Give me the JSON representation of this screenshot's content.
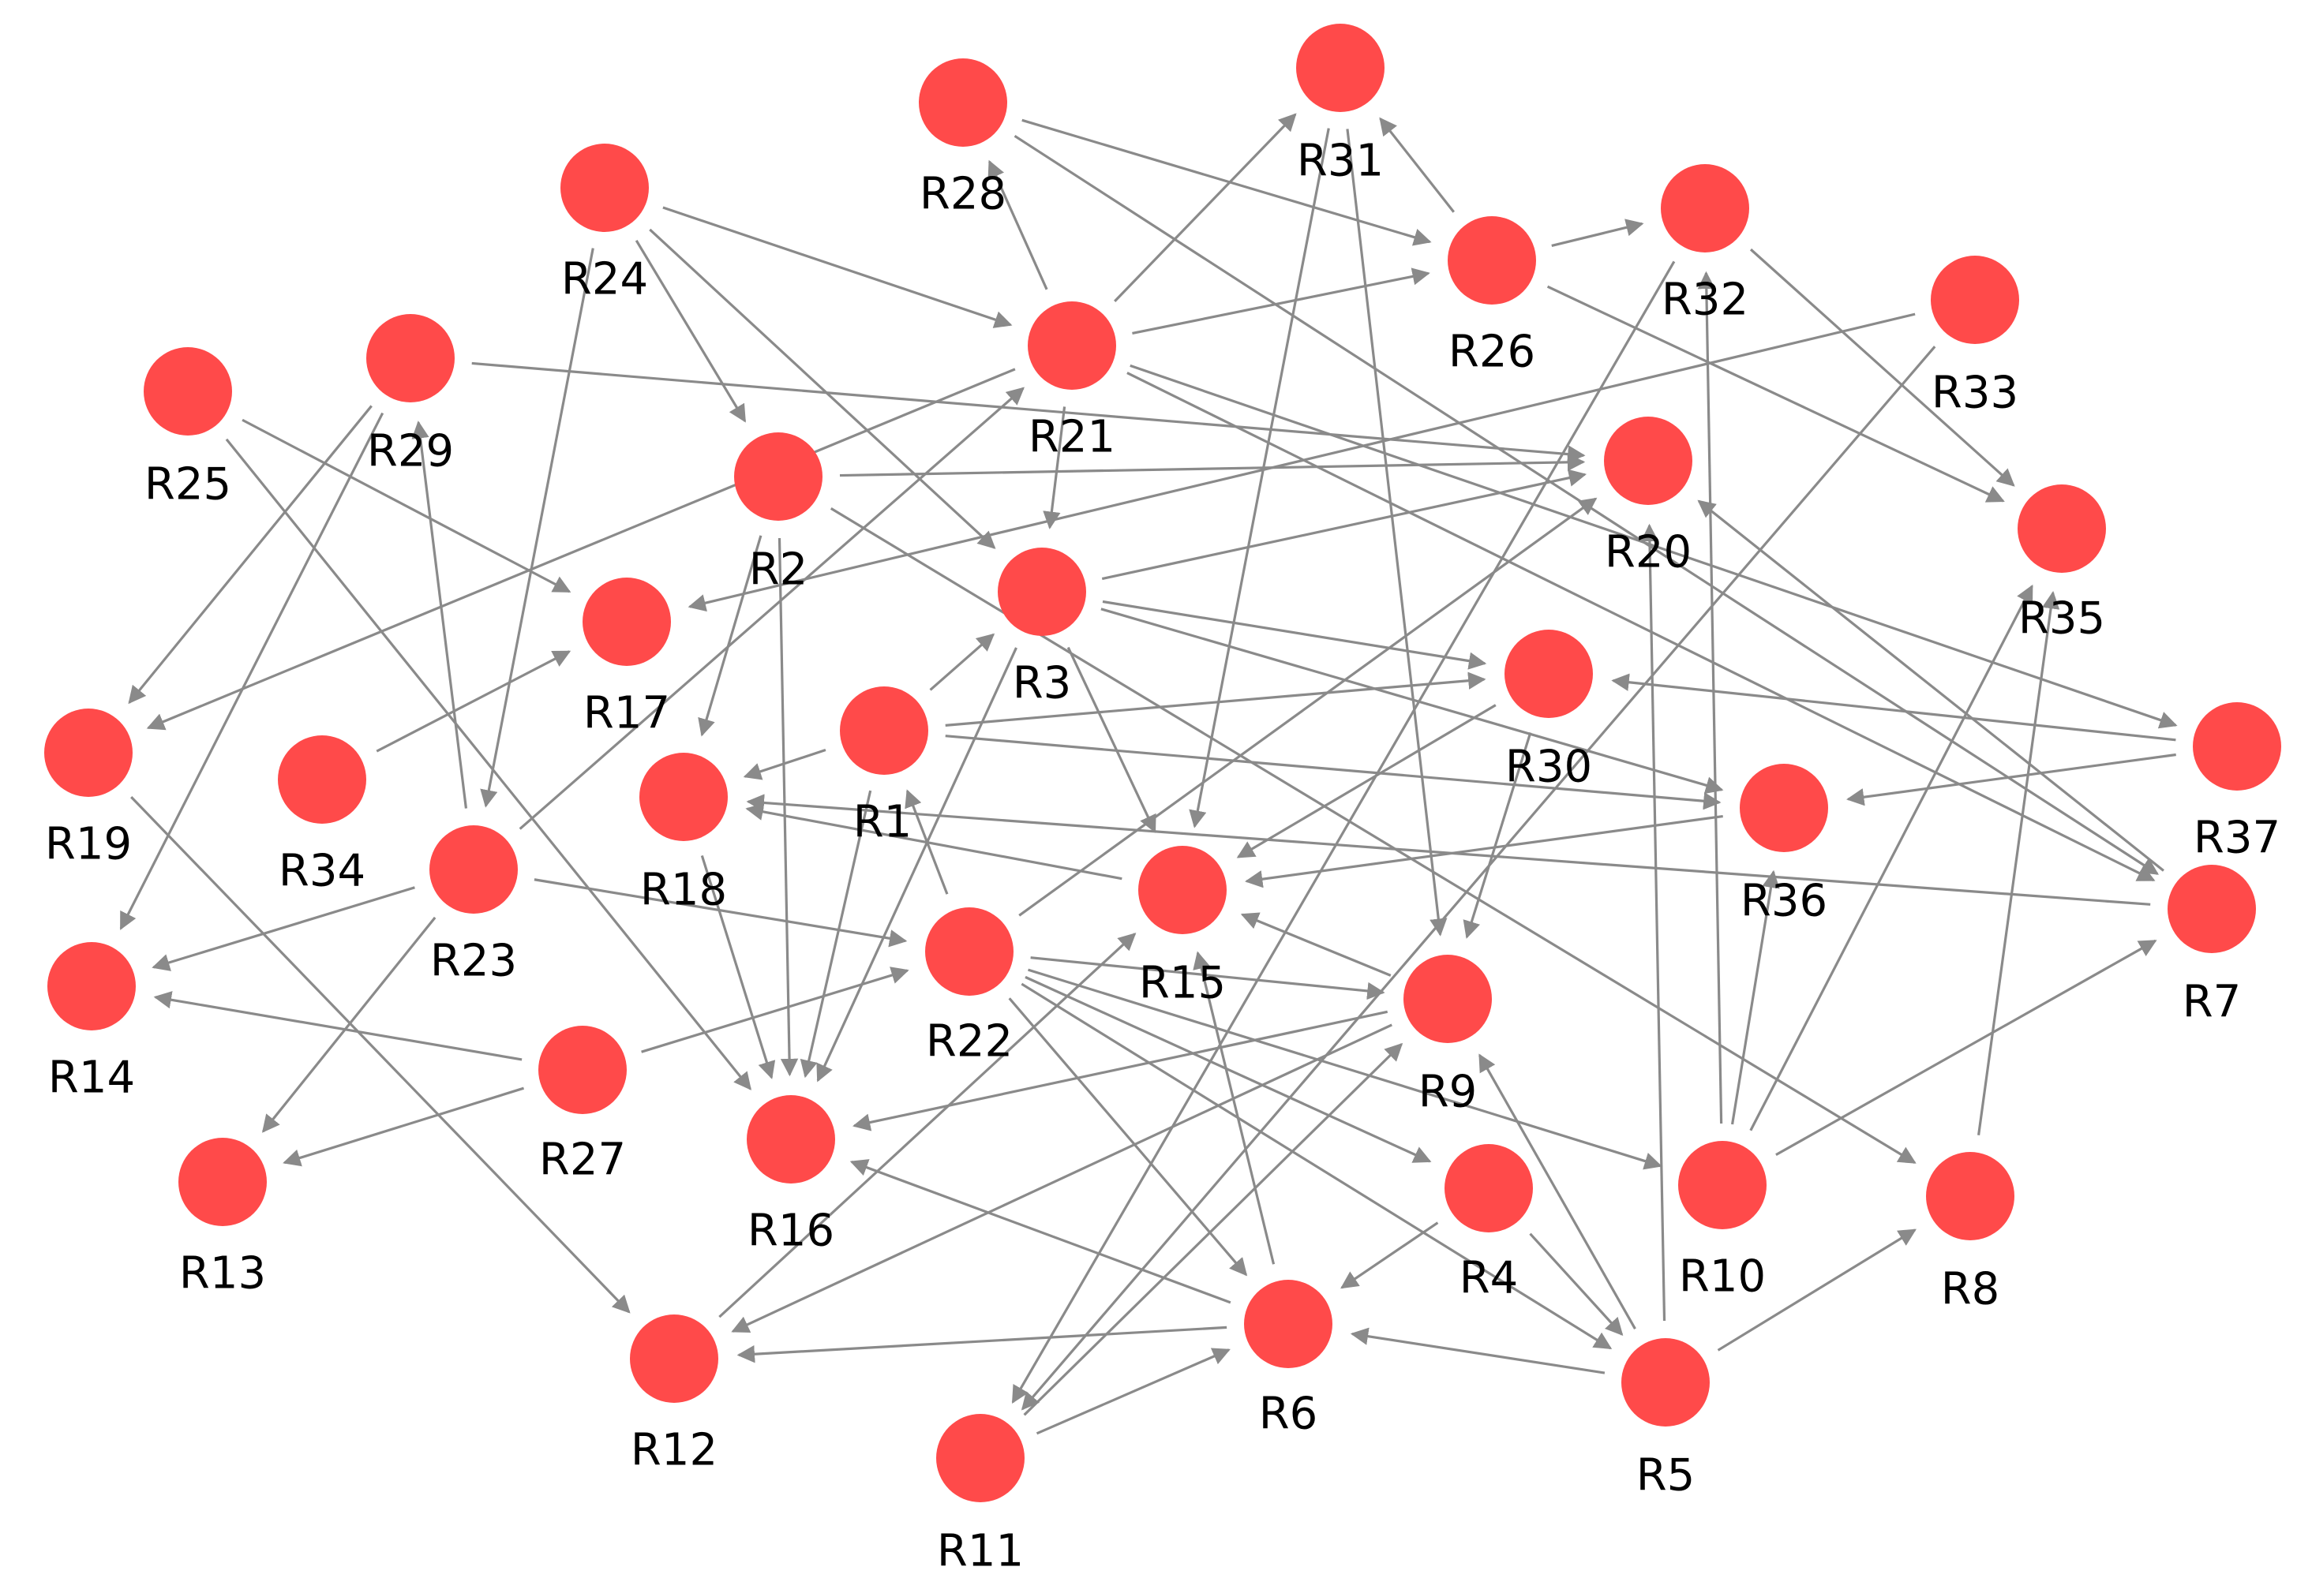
{
  "colors": {
    "node": "#ff4a4a",
    "edge": "#8a8a8a",
    "label": "#000000",
    "background": "#ffffff"
  },
  "nodes": [
    {
      "id": "R1",
      "label": "R1"
    },
    {
      "id": "R2",
      "label": "R2"
    },
    {
      "id": "R3",
      "label": "R3"
    },
    {
      "id": "R4",
      "label": "R4"
    },
    {
      "id": "R5",
      "label": "R5"
    },
    {
      "id": "R6",
      "label": "R6"
    },
    {
      "id": "R7",
      "label": "R7"
    },
    {
      "id": "R8",
      "label": "R8"
    },
    {
      "id": "R9",
      "label": "R9"
    },
    {
      "id": "R10",
      "label": "R10"
    },
    {
      "id": "R11",
      "label": "R11"
    },
    {
      "id": "R12",
      "label": "R12"
    },
    {
      "id": "R13",
      "label": "R13"
    },
    {
      "id": "R14",
      "label": "R14"
    },
    {
      "id": "R15",
      "label": "R15"
    },
    {
      "id": "R16",
      "label": "R16"
    },
    {
      "id": "R17",
      "label": "R17"
    },
    {
      "id": "R18",
      "label": "R18"
    },
    {
      "id": "R19",
      "label": "R19"
    },
    {
      "id": "R20",
      "label": "R20"
    },
    {
      "id": "R21",
      "label": "R21"
    },
    {
      "id": "R22",
      "label": "R22"
    },
    {
      "id": "R23",
      "label": "R23"
    },
    {
      "id": "R24",
      "label": "R24"
    },
    {
      "id": "R25",
      "label": "R25"
    },
    {
      "id": "R26",
      "label": "R26"
    },
    {
      "id": "R27",
      "label": "R27"
    },
    {
      "id": "R28",
      "label": "R28"
    },
    {
      "id": "R29",
      "label": "R29"
    },
    {
      "id": "R30",
      "label": "R30"
    },
    {
      "id": "R31",
      "label": "R31"
    },
    {
      "id": "R32",
      "label": "R32"
    },
    {
      "id": "R33",
      "label": "R33"
    },
    {
      "id": "R34",
      "label": "R34"
    },
    {
      "id": "R35",
      "label": "R35"
    },
    {
      "id": "R36",
      "label": "R36"
    },
    {
      "id": "R37",
      "label": "R37"
    }
  ],
  "edges": [
    [
      "R28",
      "R26"
    ],
    [
      "R28",
      "R7"
    ],
    [
      "R21",
      "R28"
    ],
    [
      "R21",
      "R31"
    ],
    [
      "R21",
      "R26"
    ],
    [
      "R21",
      "R3"
    ],
    [
      "R21",
      "R37"
    ],
    [
      "R21",
      "R7"
    ],
    [
      "R21",
      "R19"
    ],
    [
      "R26",
      "R32"
    ],
    [
      "R26",
      "R31"
    ],
    [
      "R26",
      "R35"
    ],
    [
      "R32",
      "R35"
    ],
    [
      "R32",
      "R11"
    ],
    [
      "R33",
      "R17"
    ],
    [
      "R33",
      "R11"
    ],
    [
      "R24",
      "R21"
    ],
    [
      "R24",
      "R2"
    ],
    [
      "R24",
      "R3"
    ],
    [
      "R24",
      "R23"
    ],
    [
      "R2",
      "R20"
    ],
    [
      "R2",
      "R16"
    ],
    [
      "R2",
      "R18"
    ],
    [
      "R2",
      "R8"
    ],
    [
      "R3",
      "R20"
    ],
    [
      "R3",
      "R30"
    ],
    [
      "R3",
      "R36"
    ],
    [
      "R3",
      "R15"
    ],
    [
      "R3",
      "R16"
    ],
    [
      "R1",
      "R3"
    ],
    [
      "R1",
      "R30"
    ],
    [
      "R1",
      "R36"
    ],
    [
      "R1",
      "R16"
    ],
    [
      "R1",
      "R18"
    ],
    [
      "R25",
      "R17"
    ],
    [
      "R25",
      "R16"
    ],
    [
      "R29",
      "R19"
    ],
    [
      "R29",
      "R14"
    ],
    [
      "R29",
      "R20"
    ],
    [
      "R34",
      "R17"
    ],
    [
      "R23",
      "R29"
    ],
    [
      "R23",
      "R21"
    ],
    [
      "R23",
      "R14"
    ],
    [
      "R23",
      "R13"
    ],
    [
      "R23",
      "R22"
    ],
    [
      "R19",
      "R12"
    ],
    [
      "R27",
      "R14"
    ],
    [
      "R27",
      "R13"
    ],
    [
      "R27",
      "R22"
    ],
    [
      "R18",
      "R16"
    ],
    [
      "R22",
      "R1"
    ],
    [
      "R22",
      "R20"
    ],
    [
      "R22",
      "R9"
    ],
    [
      "R22",
      "R4"
    ],
    [
      "R22",
      "R10"
    ],
    [
      "R22",
      "R5"
    ],
    [
      "R22",
      "R6"
    ],
    [
      "R15",
      "R18"
    ],
    [
      "R36",
      "R15"
    ],
    [
      "R30",
      "R15"
    ],
    [
      "R30",
      "R9"
    ],
    [
      "R37",
      "R30"
    ],
    [
      "R37",
      "R36"
    ],
    [
      "R7",
      "R18"
    ],
    [
      "R7",
      "R20"
    ],
    [
      "R9",
      "R15"
    ],
    [
      "R9",
      "R16"
    ],
    [
      "R9",
      "R12"
    ],
    [
      "R31",
      "R15"
    ],
    [
      "R31",
      "R9"
    ],
    [
      "R4",
      "R6"
    ],
    [
      "R4",
      "R5"
    ],
    [
      "R5",
      "R9"
    ],
    [
      "R5",
      "R6"
    ],
    [
      "R5",
      "R8"
    ],
    [
      "R5",
      "R20"
    ],
    [
      "R10",
      "R32"
    ],
    [
      "R10",
      "R35"
    ],
    [
      "R10",
      "R36"
    ],
    [
      "R10",
      "R7"
    ],
    [
      "R8",
      "R35"
    ],
    [
      "R6",
      "R16"
    ],
    [
      "R6",
      "R12"
    ],
    [
      "R6",
      "R15"
    ],
    [
      "R11",
      "R6"
    ],
    [
      "R11",
      "R9"
    ],
    [
      "R12",
      "R15"
    ]
  ]
}
